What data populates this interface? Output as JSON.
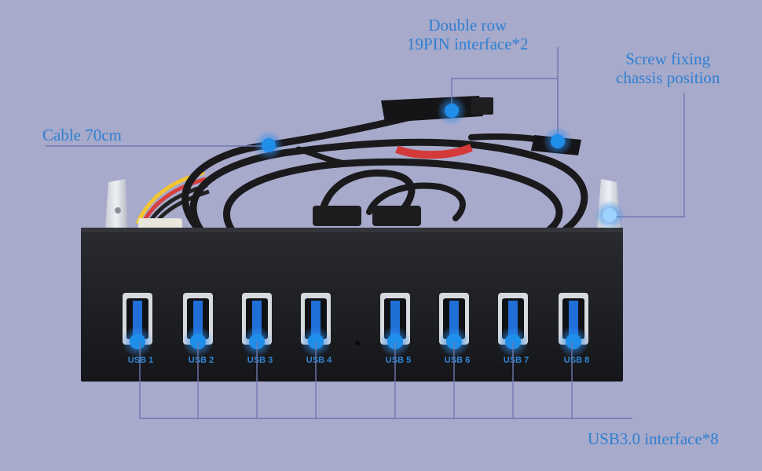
{
  "callouts": {
    "cable": "Cable 70cm",
    "header_line1": "Double row",
    "header_line2": "19PIN interface*2",
    "screw_line1": "Screw fixing",
    "screw_line2": "chassis position",
    "usb_ports": "USB3.0 interface*8"
  },
  "ports": [
    {
      "label": "USB 1"
    },
    {
      "label": "USB 2"
    },
    {
      "label": "USB 3"
    },
    {
      "label": "USB 4"
    },
    {
      "label": "USB 5"
    },
    {
      "label": "USB 6"
    },
    {
      "label": "USB 7"
    },
    {
      "label": "USB 8"
    }
  ],
  "colors": {
    "background": "#a7aacb",
    "panel": "#1b1c1f",
    "port_blue": "#1f6fd6",
    "callout_text": "#2f7fd0",
    "leader_line": "#6f78b0",
    "marker": "#1e8ee8"
  }
}
